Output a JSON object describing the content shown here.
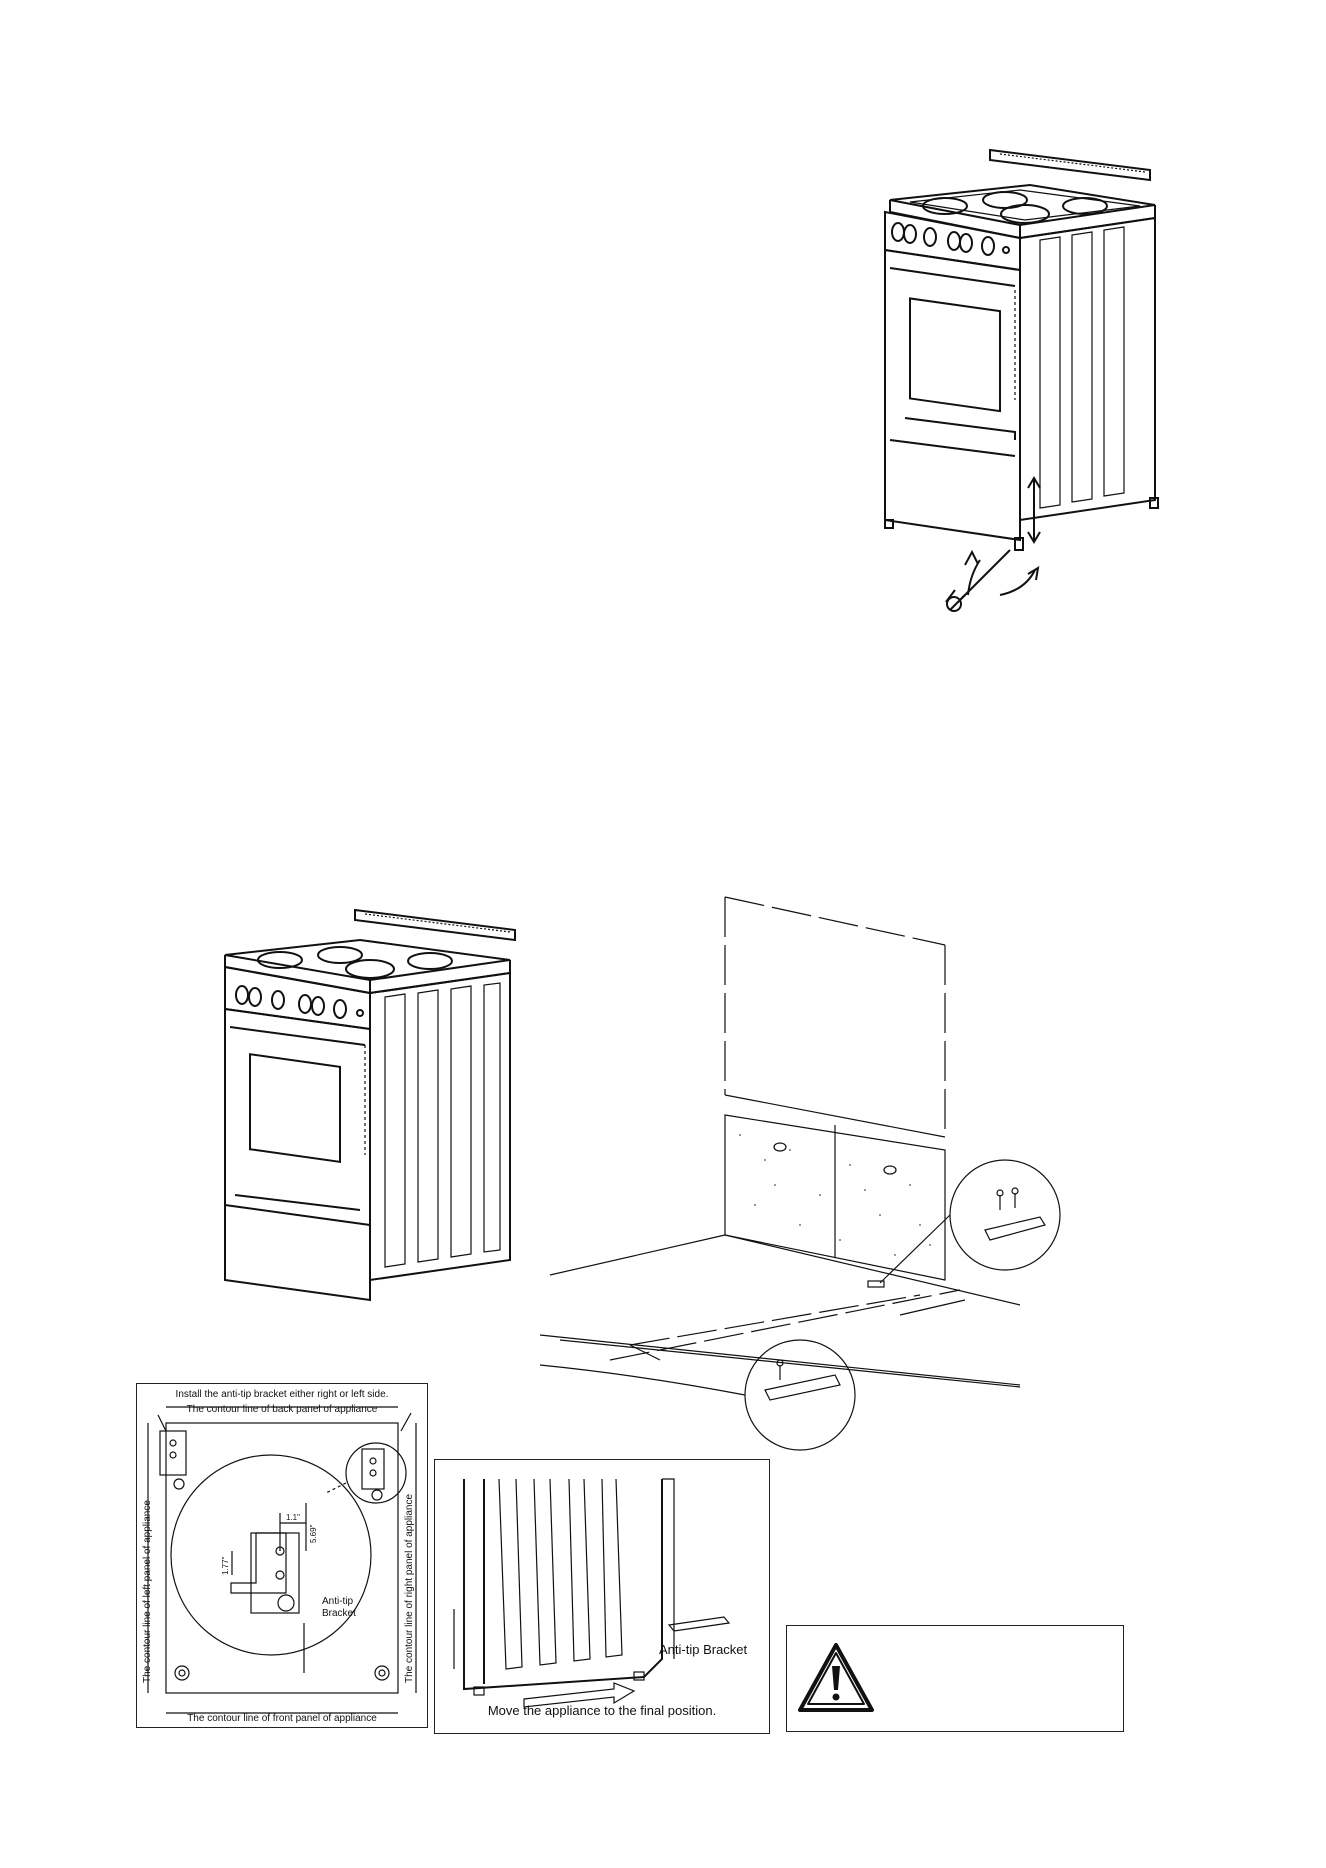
{
  "illustrations": {
    "leveling": {
      "icon": "wrench-icon"
    },
    "range_top_left": {},
    "wall_floor": {},
    "bracket_template": {
      "caption_top": "Install the anti-tip bracket either right or left side.",
      "back_panel": "The contour line of back panel of appliance",
      "left_panel": "The contour line of left panel of appliance",
      "right_panel": "The contour line of right panel of appliance",
      "front_panel": "The contour line of front panel of appliance",
      "dim_a": "1.1\"",
      "dim_b": "5.69\"",
      "dim_c": "1.77\"",
      "bracket_label_1": "Anti-tip",
      "bracket_label_2": "Bracket"
    },
    "move_appliance": {
      "bracket_label": "Anti-tip Bracket",
      "caption": "Move the appliance to the final position."
    },
    "warning": {
      "icon": "warning-icon"
    }
  }
}
